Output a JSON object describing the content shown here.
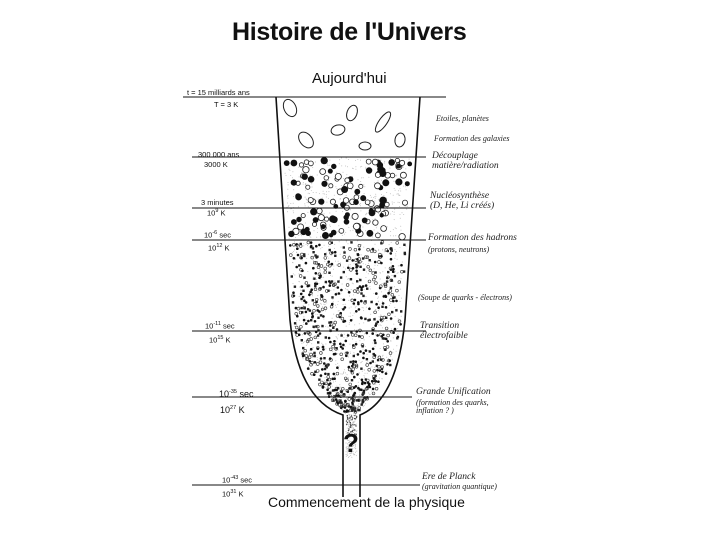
{
  "title": "Histoire de l'Univers",
  "top_label": "Aujourd'hui",
  "bottom_label": "Commencement de la physique",
  "question_mark": "?",
  "left_labels": [
    {
      "id": "now",
      "time": "t = 15 milliards ans",
      "temp": "T = 3 K"
    },
    {
      "id": "decouplage",
      "time": "300 000 ans",
      "temp": "3000 K"
    },
    {
      "id": "nucleo",
      "time": "3 minutes",
      "temp_base": "10",
      "temp_exp": "9",
      "temp_unit": " K"
    },
    {
      "id": "hadrons",
      "time_base": "10",
      "time_exp": "-6",
      "time_unit": " sec",
      "temp_base": "10",
      "temp_exp": "12",
      "temp_unit": " K"
    },
    {
      "id": "electrofaible",
      "time_base": "10",
      "time_exp": "-11",
      "time_unit": " sec",
      "temp_base": "10",
      "temp_exp": "15",
      "temp_unit": " K"
    },
    {
      "id": "unification",
      "time_base": "10",
      "time_exp": "-35",
      "time_unit": " sec",
      "temp_base": "10",
      "temp_exp": "27",
      "temp_unit": " K"
    },
    {
      "id": "planck",
      "time_base": "10",
      "time_exp": "-43",
      "time_unit": " sec",
      "temp_base": "10",
      "temp_exp": "31",
      "temp_unit": " K"
    }
  ],
  "right_labels": {
    "etoiles": "Etoiles, planètes",
    "galaxies": "Formation des galaxies",
    "decouplage_1": "Découplage",
    "decouplage_2": "matière/radiation",
    "nucleo_1": "Nucléosynthèse",
    "nucleo_2": "(D, He, Li créés)",
    "hadrons_1": "Formation des hadrons",
    "hadrons_2": "(protons, neutrons)",
    "soupe": "(Soupe de quarks - électrons)",
    "transition_1": "Transition",
    "transition_2": "électrofaible",
    "grande_1": "Grande Unification",
    "grande_2": "(formation des quarks,",
    "grande_3": "inflation ? )",
    "planck_1": "Ere de Planck",
    "planck_2": "(gravitation quantique)"
  }
}
